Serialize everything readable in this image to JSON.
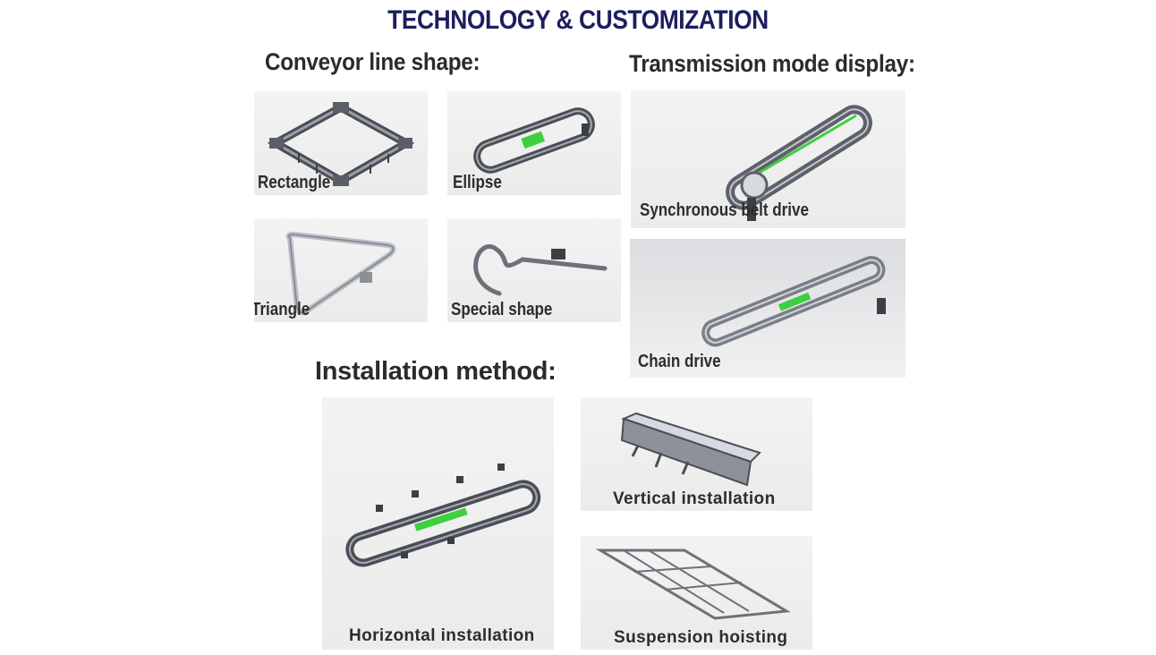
{
  "title": "TECHNOLOGY & CUSTOMIZATION",
  "sections": {
    "conveyor_shape": "Conveyor line shape:",
    "transmission": "Transmission mode display:",
    "installation": "Installation method:"
  },
  "shapes": {
    "rectangle": "Rectangle",
    "ellipse": "Ellipse",
    "triangle": "Triangle",
    "special": "Special shape"
  },
  "transmissions": {
    "synchronous": "Synchronous belt drive",
    "chain": "Chain drive"
  },
  "installations": {
    "horizontal": "Horizontal installation",
    "vertical": "Vertical installation",
    "suspension": "Suspension hoisting"
  },
  "colors": {
    "title": "#1b1f5e",
    "accent_green": "#3fcf3f"
  }
}
